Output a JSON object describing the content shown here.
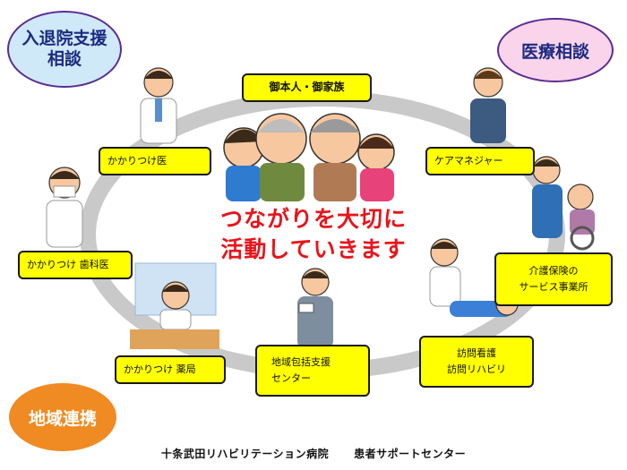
{
  "categories": {
    "admission": "入退院支援\n相談",
    "medical": "医療相談",
    "regional": "地域連携"
  },
  "center": {
    "top_box": "御本人・御家族",
    "slogan_line1": "つながりを大切に",
    "slogan_line2": "活動していきます"
  },
  "nodes": {
    "family_doctor": "かかりつけ医",
    "care_manager": "ケアマネジャー",
    "dentist": "かかりつけ 歯科医",
    "care_insurance": "介護保険の\nサービス事業所",
    "pharmacy": "かかりつけ 薬局",
    "community_center": "地域包括支援\nセンター",
    "home_nursing": "訪問看護\n訪問リハビリ"
  },
  "footer": {
    "hospital": "十条武田リハビリテーション病院",
    "center": "患者サポートセンター"
  },
  "colors": {
    "ring": "#c9c9c9",
    "box_fill": "#ffff00",
    "slogan": "#e8141b",
    "bubble_blue": "#cfe9f8",
    "bubble_pink": "#f9d4ea",
    "bubble_orange": "#f08a22"
  }
}
